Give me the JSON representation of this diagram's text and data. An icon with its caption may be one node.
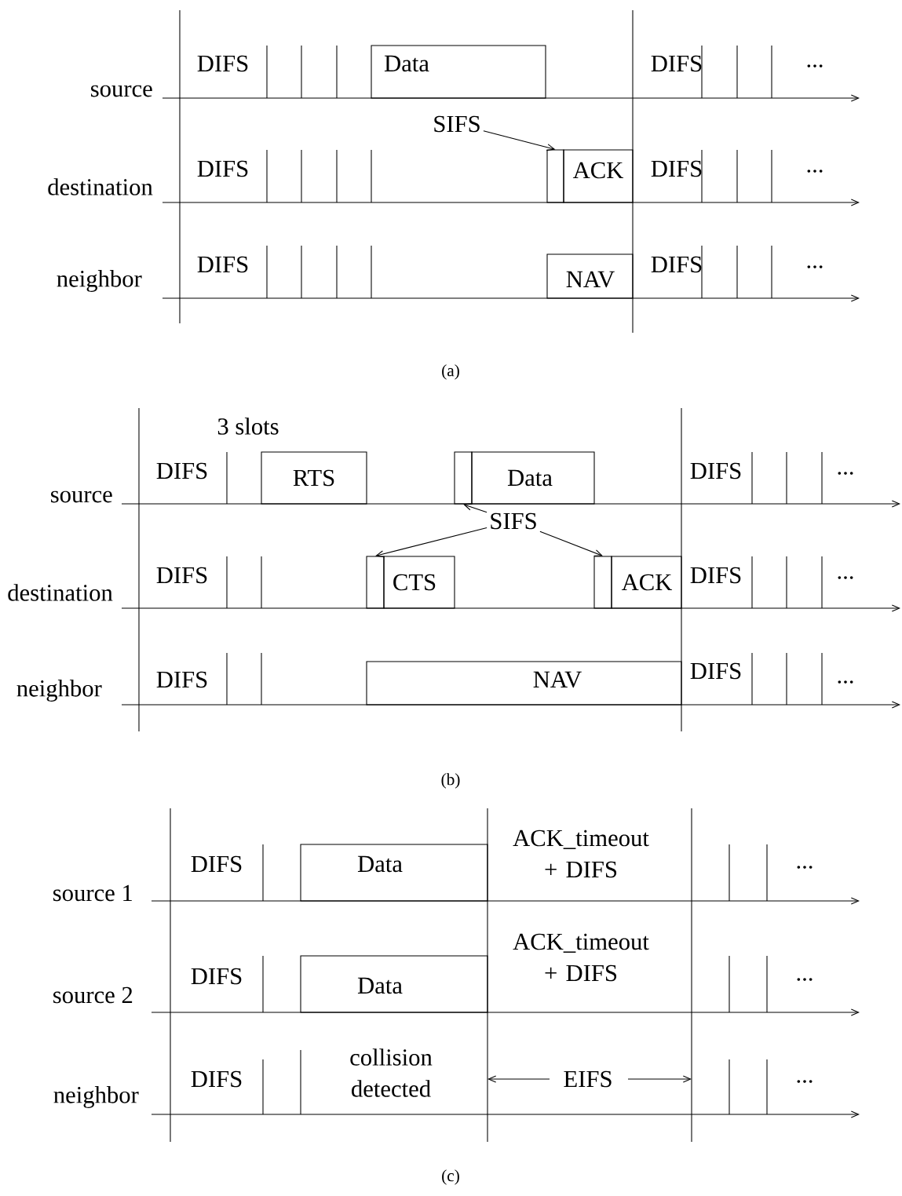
{
  "diagram": {
    "nodes": [
      {
        "text": [
          "Data"
        ]
      },
      {
        "text": [
          "SIFS"
        ]
      },
      {
        "text": [],
        "shape": "box"
      },
      {
        "text": [
          "ACK"
        ]
      },
      {
        "text": [
          "NAV"
        ]
      },
      {
        "text": [
          "RTS"
        ]
      },
      {
        "text": [],
        "shape": "box"
      },
      {
        "text": [
          "Data"
        ]
      },
      {
        "text": [
          "SIFS"
        ]
      },
      {
        "text": [],
        "shape": "box"
      },
      {
        "text": [
          "CTS"
        ]
      },
      {
        "text": [],
        "shape": "box"
      },
      {
        "text": [
          "ACK"
        ]
      },
      {
        "text": [
          "NAV"
        ]
      },
      {
        "text": [
          "Data"
        ]
      },
      {
        "text": [
          "Data"
        ]
      }
    ],
    "edges": [
      {
        "from": 1,
        "to": 2,
        "arrow": "to"
      },
      {
        "from": 8,
        "to": 6,
        "arrow": "to"
      },
      {
        "from": 8,
        "to": 9,
        "arrow": "to"
      },
      {
        "from": 8,
        "to": 11,
        "arrow": "to"
      }
    ],
    "labels": [
      "DIFS",
      "DIFS",
      "...",
      "source",
      "DIFS",
      "DIFS",
      "...",
      "destination",
      "DIFS",
      "DIFS",
      "...",
      "neighbor",
      "(a)",
      "3 slots",
      "DIFS",
      "DIFS",
      "...",
      "source",
      "DIFS",
      "DIFS",
      "...",
      "destination",
      "DIFS",
      "DIFS",
      "...",
      "neighbor",
      "(b)",
      "DIFS",
      "ACK_timeout + DIFS",
      "...",
      "source 1",
      "DIFS",
      "ACK_timeout + DIFS",
      "...",
      "source 2",
      "DIFS",
      "collision detected",
      "EIFS",
      "...",
      "neighbor",
      "(c)"
    ]
  }
}
